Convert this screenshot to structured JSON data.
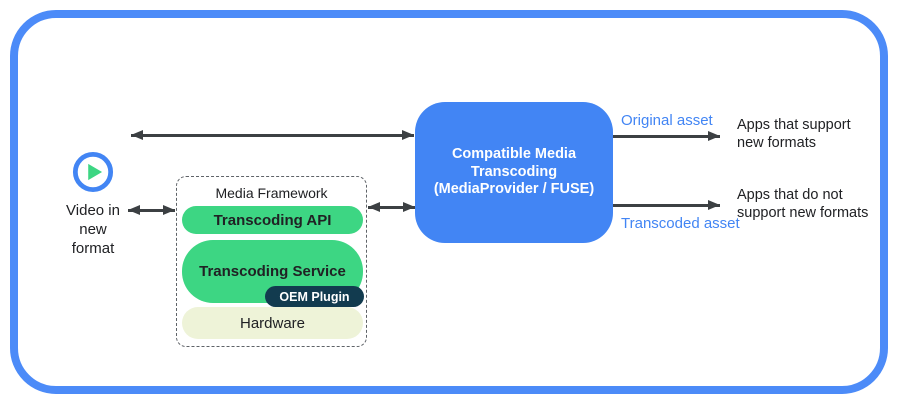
{
  "colors": {
    "frame_blue": "#4C8BF8",
    "accent_blue": "#4285F4",
    "label_blue": "#4285F4",
    "green": "#3DD683",
    "navy": "#123B4F",
    "cream": "#EEF3D8",
    "arrow_gray": "#3C4043",
    "text_dark": "#202124"
  },
  "icons": {
    "video_source": "play-icon"
  },
  "nodes": {
    "video_source": {
      "label": "Video in\nnew\nformat"
    },
    "media_framework": {
      "title": "Media Framework",
      "layers": {
        "transcoding_api": "Transcoding API",
        "transcoding_service": "Transcoding Service",
        "oem_plugin": "OEM Plugin",
        "hardware": "Hardware"
      }
    },
    "transcoding_box": {
      "label": "Compatible Media\nTranscoding\n(MediaProvider / FUSE)"
    },
    "apps_supporting": {
      "label": "Apps that support\nnew formats"
    },
    "apps_not_supporting": {
      "label": "Apps that do not\nsupport new formats"
    }
  },
  "edges": {
    "original_asset": {
      "label": "Original asset"
    },
    "transcoded_asset": {
      "label": "Transcoded asset"
    }
  }
}
